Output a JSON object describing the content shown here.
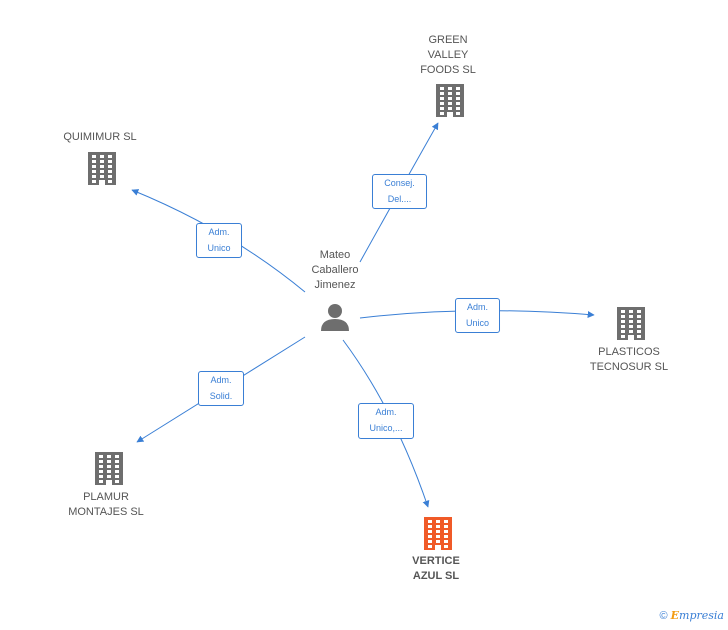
{
  "center": {
    "label": "Mateo\nCaballero\nJimenez",
    "icon": "person-icon"
  },
  "companies": {
    "green_valley": {
      "label": "GREEN\nVALLEY\nFOODS SL",
      "icon": "building-icon"
    },
    "quimimur": {
      "label": "QUIMIMUR SL",
      "icon": "building-icon"
    },
    "plasticos": {
      "label": "PLASTICOS\nTECNOSUR SL",
      "icon": "building-icon"
    },
    "plamur": {
      "label": "PLAMUR\nMONTAJES SL",
      "icon": "building-icon"
    },
    "vertice": {
      "label": "VERTICE\nAZUL SL",
      "icon": "building-icon",
      "highlight": true
    }
  },
  "relations": {
    "green_valley": "Consej.\nDel....",
    "quimimur": "Adm.\nUnico",
    "plasticos": "Adm.\nUnico",
    "plamur": "Adm.\nSolid.",
    "vertice": "Adm.\nUnico,..."
  },
  "colors": {
    "edge": "#3a7fd5",
    "node": "#6e6e6e",
    "highlight": "#f05a28"
  },
  "footer": {
    "copyright": "©",
    "brand_initial": "E",
    "brand_rest": "mpresia"
  }
}
